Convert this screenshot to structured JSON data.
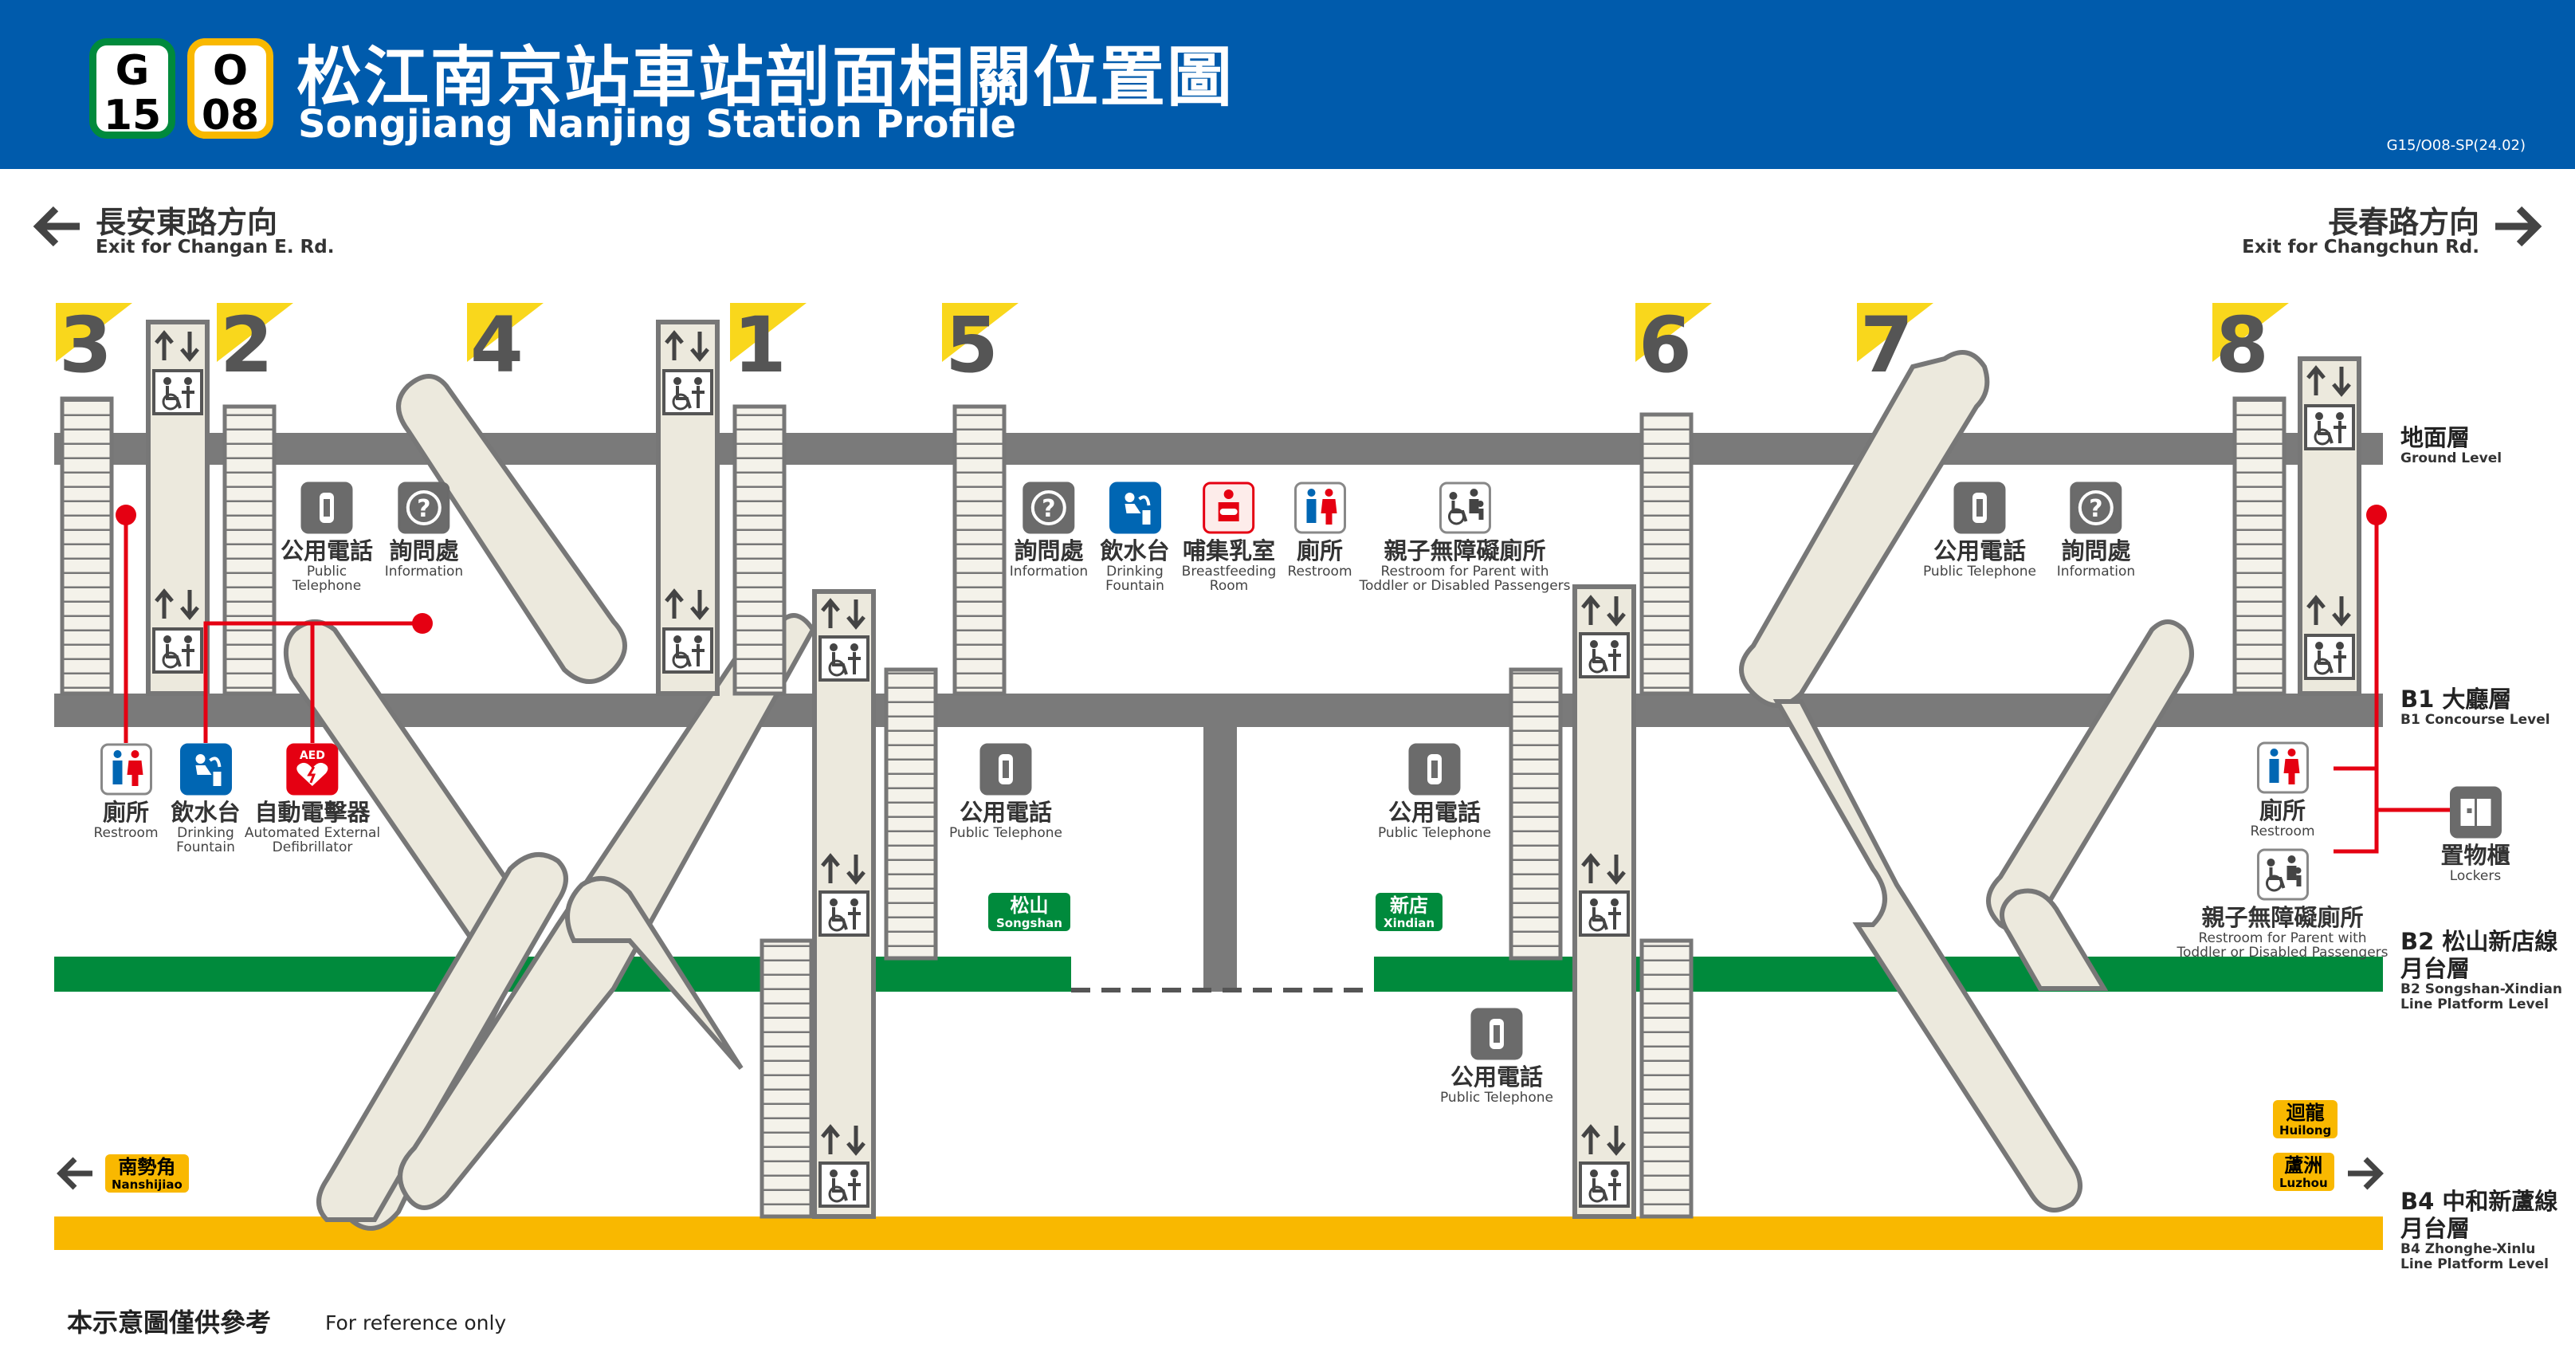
{
  "header": {
    "line_badges": [
      {
        "letter": "G",
        "number": "15",
        "color": "#008a3c"
      },
      {
        "letter": "O",
        "number": "08",
        "color": "#f9b800"
      }
    ],
    "title_zh": "松江南京站車站剖面相關位置圖",
    "title_en": "Songjiang Nanjing Station Profile",
    "doc_code": "G15/O08-SP(24.02)",
    "color": "#005bac"
  },
  "directions": {
    "left": {
      "zh": "長安東路方向",
      "en": "Exit for Changan E. Rd."
    },
    "right": {
      "zh": "長春路方向",
      "en": "Exit for Changchun Rd."
    }
  },
  "exits": [
    "3",
    "2",
    "4",
    "1",
    "5",
    "6",
    "7",
    "8"
  ],
  "levels": {
    "ground": {
      "zh": "地面層",
      "en": "Ground Level"
    },
    "b1": {
      "zh": "B1 大廳層",
      "en": "B1 Concourse Level"
    },
    "b2": {
      "zh1": "B2 松山新店線",
      "zh2": "月台層",
      "en1": "B2 Songshan-Xindian",
      "en2": "Line Platform Level",
      "color": "#008a3c"
    },
    "b4": {
      "zh1": "B4 中和新蘆線",
      "zh2": "月台層",
      "en1": "B4 Zhonghe-Xinlu",
      "en2": "Line Platform Level",
      "color": "#f9b800"
    }
  },
  "facilities": {
    "ground_left": [
      {
        "icon": "telephone-icon",
        "zh": "公用電話",
        "en1": "Public",
        "en2": "Telephone"
      },
      {
        "icon": "information-icon",
        "zh": "詢問處",
        "en1": "Information",
        "en2": ""
      }
    ],
    "ground_mid": [
      {
        "icon": "information-icon",
        "zh": "詢問處",
        "en1": "Information",
        "en2": ""
      },
      {
        "icon": "drinking-fountain-icon",
        "zh": "飲水台",
        "en1": "Drinking",
        "en2": "Fountain"
      },
      {
        "icon": "breastfeeding-icon",
        "zh": "哺集乳室",
        "en1": "Breastfeeding",
        "en2": "Room"
      },
      {
        "icon": "restroom-icon",
        "zh": "廁所",
        "en1": "Restroom",
        "en2": ""
      },
      {
        "icon": "accessible-restroom-icon",
        "zh": "親子無障礙廁所",
        "en1": "Restroom for Parent with",
        "en2": "Toddler or Disabled Passengers"
      }
    ],
    "ground_right": [
      {
        "icon": "telephone-icon",
        "zh": "公用電話",
        "en1": "Public Telephone",
        "en2": ""
      },
      {
        "icon": "information-icon",
        "zh": "詢問處",
        "en1": "Information",
        "en2": ""
      }
    ],
    "b1_left": [
      {
        "icon": "restroom-icon",
        "zh": "廁所",
        "en1": "Restroom",
        "en2": ""
      },
      {
        "icon": "drinking-fountain-icon",
        "zh": "飲水台",
        "en1": "Drinking",
        "en2": "Fountain"
      },
      {
        "icon": "aed-icon",
        "zh": "自動電擊器",
        "en1": "Automated External",
        "en2": "Defibrillator",
        "badge": "AED"
      }
    ],
    "b1_tel_left": {
      "icon": "telephone-icon",
      "zh": "公用電話",
      "en1": "Public Telephone"
    },
    "b1_tel_right": {
      "icon": "telephone-icon",
      "zh": "公用電話",
      "en1": "Public Telephone"
    },
    "b2_tel": {
      "icon": "telephone-icon",
      "zh": "公用電話",
      "en1": "Public Telephone"
    },
    "b1_right_restroom": {
      "icon": "restroom-icon",
      "zh": "廁所",
      "en1": "Restroom"
    },
    "b1_right_accessible": {
      "icon": "accessible-restroom-icon",
      "zh": "親子無障礙廁所",
      "en1": "Restroom for Parent with",
      "en2": "Toddler or Disabled Passengers"
    },
    "lockers": {
      "icon": "locker-icon",
      "zh": "置物櫃",
      "en1": "Lockers"
    }
  },
  "stations": {
    "songshan": {
      "zh": "松山",
      "en": "Songshan"
    },
    "xindian": {
      "zh": "新店",
      "en": "Xindian"
    },
    "nanshijiao": {
      "zh": "南勢角",
      "en": "Nanshijiao"
    },
    "huilong": {
      "zh": "迴龍",
      "en": "Huilong"
    },
    "luzhou": {
      "zh": "蘆洲",
      "en": "Luzhou"
    }
  },
  "footer": {
    "zh": "本示意圖僅供參考",
    "en": "For reference only"
  },
  "colors": {
    "structure": "#787878",
    "escalator_fill": "#ece9dd",
    "marker": "#e50012",
    "exit_yellow": "#f9d71c",
    "stair_fill": "#f4f2ea"
  }
}
